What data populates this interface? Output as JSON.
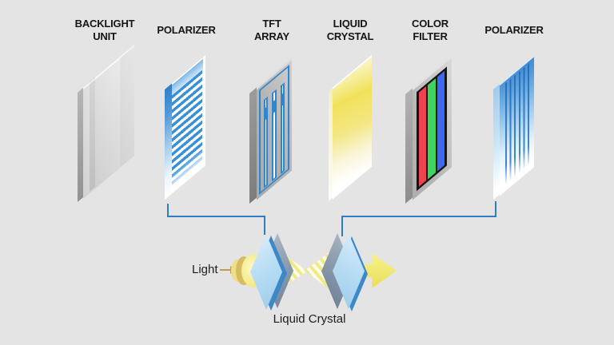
{
  "layers": [
    {
      "name": "backlight-unit",
      "line1": "BACKLIGHT",
      "line2": "UNIT"
    },
    {
      "name": "polarizer-left",
      "line1": "POLARIZER",
      "line2": ""
    },
    {
      "name": "tft-array",
      "line1": "TFT",
      "line2": "ARRAY"
    },
    {
      "name": "liquid-crystal",
      "line1": "LIQUID",
      "line2": "CRYSTAL"
    },
    {
      "name": "color-filter",
      "line1": "COLOR",
      "line2": "FILTER"
    },
    {
      "name": "polarizer-right",
      "line1": "POLARIZER",
      "line2": ""
    }
  ],
  "sub_diagram": {
    "light_label": "Light",
    "caption": "Liquid Crystal"
  },
  "colors": {
    "background": "#e4e4e4",
    "accent-blue": "#2e86d0",
    "connector-blue": "#2f7dc6",
    "stripe-blue": "#3790d8",
    "rgb-red": "#f04351",
    "rgb-green": "#3fd35f",
    "rgb-blue": "#3c68f2",
    "light-yellow": "#f0e65e",
    "diamond-blue": "#b6dcf4",
    "diamond-gray": "#8799ad"
  }
}
